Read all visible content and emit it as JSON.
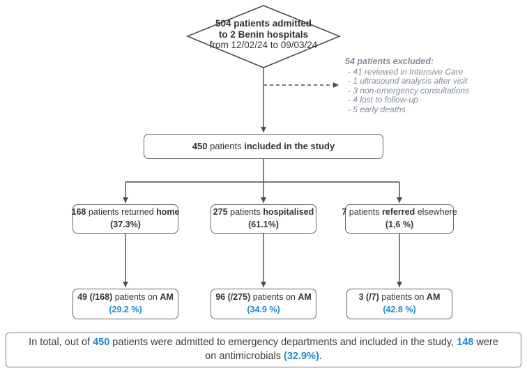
{
  "colors": {
    "accent_blue": "#1e88e5",
    "note_gray": "#828c99",
    "line_gray": "#4d4d4d",
    "box_border_gray": "#63676b"
  },
  "diamond": {
    "line1": "504 patients admitted",
    "line2": "to 2 Benin hospitals",
    "line3": "from 12/02/24 to 09/03/24"
  },
  "excluded": {
    "title": "54 patients excluded:",
    "items": [
      "- 41 reviewed in Intensive Care",
      "- 1 ultrasound analysis after visit",
      "- 3 non-emergency consultations",
      "- 4 lost to follow-up",
      "- 5 early deaths"
    ]
  },
  "included_box": {
    "segments": [
      {
        "t": "450",
        "b": true
      },
      {
        "t": " patients "
      },
      {
        "t": "included in the study",
        "b": true
      }
    ]
  },
  "outcome_boxes": [
    {
      "segments": [
        {
          "t": "168",
          "b": true
        },
        {
          "t": " patients returned "
        },
        {
          "t": "home",
          "b": true
        }
      ],
      "pct": "(37.3%)"
    },
    {
      "segments": [
        {
          "t": "275",
          "b": true
        },
        {
          "t": " patients "
        },
        {
          "t": "hospitalised",
          "b": true
        }
      ],
      "pct": "(61.1%)"
    },
    {
      "segments": [
        {
          "t": "7",
          "b": true
        },
        {
          "t": " patients "
        },
        {
          "t": "referred",
          "b": true
        },
        {
          "t": " elsewhere"
        }
      ],
      "pct": "(1,6 %)"
    }
  ],
  "am_boxes": [
    {
      "segments": [
        {
          "t": "49 (/168)",
          "b": true
        },
        {
          "t": " patients on "
        },
        {
          "t": "AM",
          "b": true
        }
      ],
      "pct": "(29.2 %)"
    },
    {
      "segments": [
        {
          "t": "96 (/275)",
          "b": true
        },
        {
          "t": " patients on "
        },
        {
          "t": "AM",
          "b": true
        }
      ],
      "pct": "(34.9 %)"
    },
    {
      "segments": [
        {
          "t": "3 (/7)",
          "b": true
        },
        {
          "t": " patients on "
        },
        {
          "t": "AM",
          "b": true
        }
      ],
      "pct": "(42.8 %)"
    }
  ],
  "summary": {
    "segments": [
      {
        "t": "In total, out of "
      },
      {
        "t": "450",
        "b": true,
        "c": "#1e88e5"
      },
      {
        "t": " patients were admitted to emergency departments and included in the study, "
      },
      {
        "t": "148",
        "b": true,
        "c": "#1e88e5"
      },
      {
        "t": " were on antimicrobials "
      },
      {
        "t": "(32.9%)",
        "b": true,
        "c": "#1e88e5"
      },
      {
        "t": "."
      }
    ]
  }
}
